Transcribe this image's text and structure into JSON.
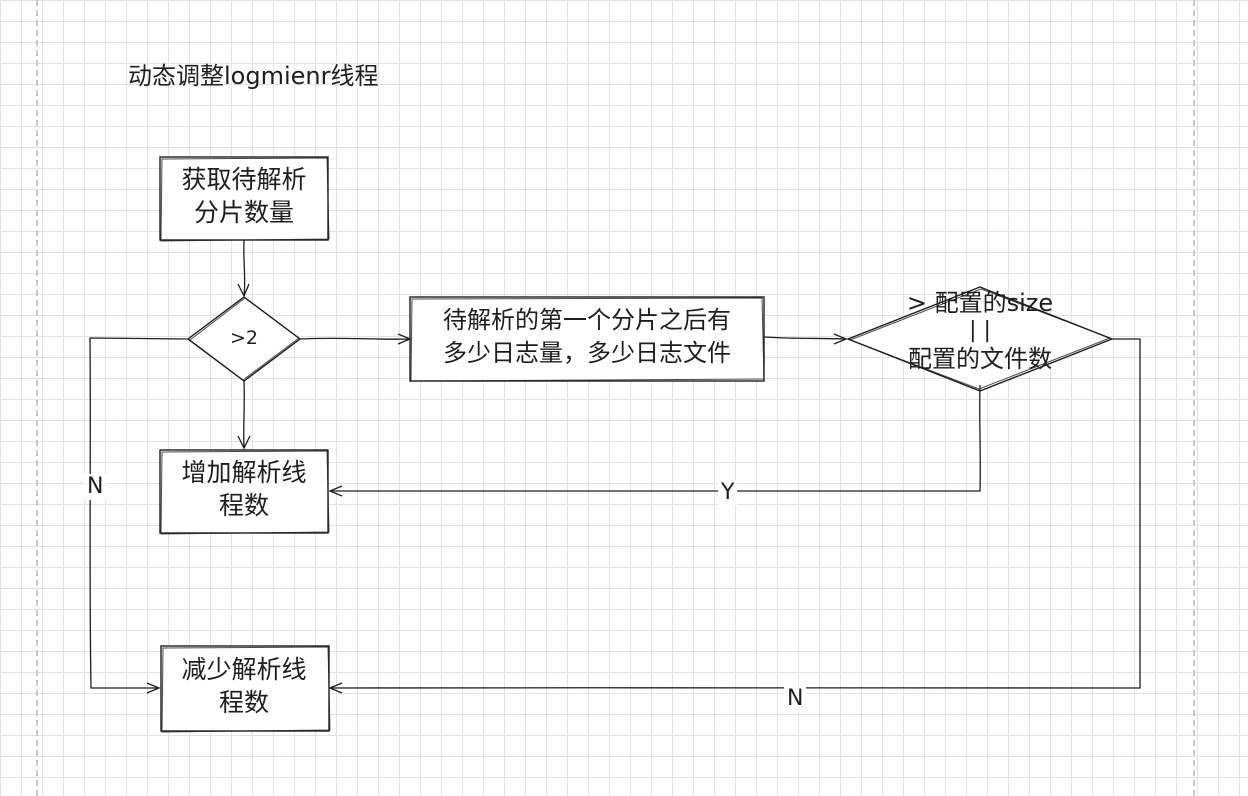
{
  "title": "动态调整logmienr线程",
  "nodes": {
    "get_count": {
      "lines": [
        "获取待解析",
        "分片数量"
      ]
    },
    "decision_gt2": {
      "label": ">2"
    },
    "after_first": {
      "lines": [
        "待解析的第一个分片之后有",
        "多少日志量，多少日志文件"
      ]
    },
    "decision_config": {
      "top": "> 配置的size",
      "middle": "| |",
      "bottom": "配置的文件数"
    },
    "increase": {
      "lines": [
        "增加解析线",
        "程数"
      ]
    },
    "decrease": {
      "lines": [
        "减少解析线",
        "程数"
      ]
    }
  },
  "edge_labels": {
    "n_left": "N",
    "y": "Y",
    "n_bottom": "N"
  }
}
